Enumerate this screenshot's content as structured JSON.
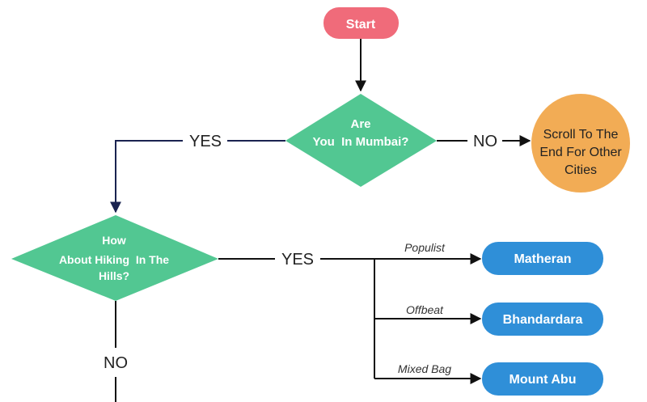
{
  "colors": {
    "start": "#f06b7a",
    "decision": "#52c792",
    "terminal": "#f2ac55",
    "destination": "#2f8fd8",
    "line": "#111111",
    "yes_line": "#1a2350"
  },
  "nodes": {
    "start": "Start",
    "q_mumbai": [
      "Are",
      "You  In Mumbai?"
    ],
    "scroll_end": [
      "Scroll To The",
      "End For Other",
      "Cities"
    ],
    "q_hiking": [
      "How",
      "About Hiking  In The",
      "Hills?"
    ],
    "matheran": "Matheran",
    "bhandardara": "Bhandardara",
    "mount_abu": "Mount Abu"
  },
  "edges": {
    "yes_1": "YES",
    "no_1": "NO",
    "yes_2": "YES",
    "no_2": "NO"
  },
  "branches": {
    "populist": "Populist",
    "offbeat": "Offbeat",
    "mixed_bag": "Mixed Bag"
  }
}
